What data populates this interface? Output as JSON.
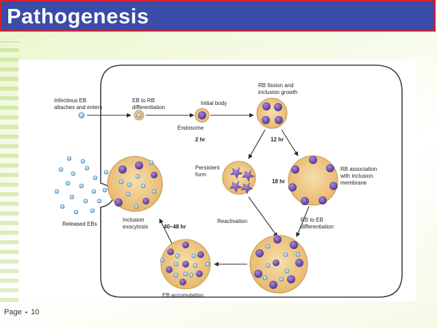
{
  "slide": {
    "title": "Pathogenesis",
    "footer_label": "Page",
    "footer_bullet": "▪",
    "page_number": "10"
  },
  "diagram": {
    "labels": {
      "infectious_eb_line1": "Infectious EB",
      "infectious_eb_line2": "attaches and enters",
      "eb_to_rb_line1": "EB to RB",
      "eb_to_rb_line2": "differentiation",
      "initial_body": "Initial body",
      "endosome": "Endosome",
      "rb_fission_line1": "RB fission and",
      "rb_fission_line2": "inclusion growth",
      "time_2hr": "2 hr",
      "time_12hr": "12 hr",
      "persistent_line1": "Persistent",
      "persistent_line2": "form",
      "time_18hr": "18 hr",
      "rb_assoc_line1": "RB association",
      "rb_assoc_line2": "with inclusion",
      "rb_assoc_line3": "membrane",
      "released_ebs": "Released EBs",
      "inclusion_exo_line1": "Inclusion",
      "inclusion_exo_line2": "exocytosis",
      "time_40_48hr": "40–48 hr",
      "reactivation": "Reactivation",
      "rb_to_eb_line1": "RB to EB",
      "rb_to_eb_line2": "differentiation",
      "eb_accumulation": "EB accumulation"
    },
    "colors": {
      "cell_outline": "#3c3c3c",
      "inclusion_fill": "#f2ce90",
      "inclusion_stroke": "#c89a55",
      "rb_fill": "#7a5cae",
      "eb_fill": "#a9d4ea",
      "eb_stroke": "#3f78a8"
    }
  }
}
